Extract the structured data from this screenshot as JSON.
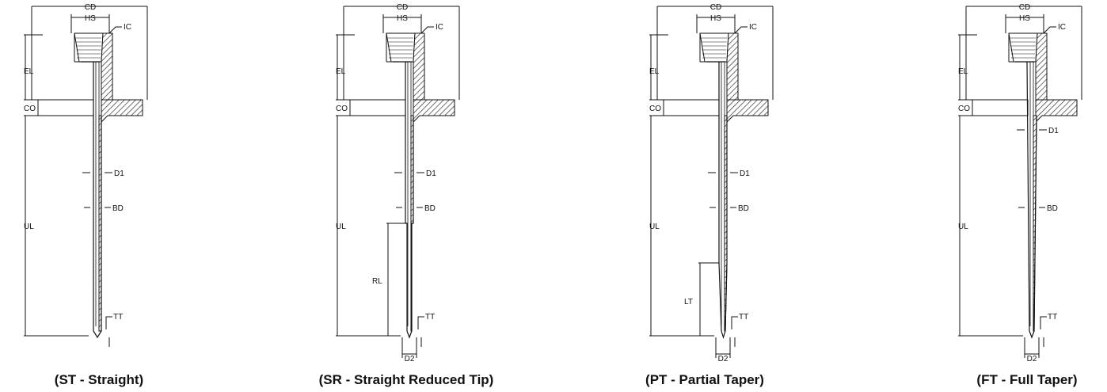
{
  "colors": {
    "line": "#111111",
    "hatch": "#222222",
    "background": "#ffffff"
  },
  "labels": {
    "cd": "CD",
    "hs": "HS",
    "ic": "IC",
    "el": "EL",
    "co": "CO",
    "ul": "UL",
    "d1": "D1",
    "bd": "BD",
    "tt": "TT",
    "d2": "D2",
    "rl": "RL",
    "lt": "LT"
  },
  "views": [
    {
      "caption": "(ST - Straight)",
      "type": "straight"
    },
    {
      "caption": "(SR - Straight Reduced Tip)",
      "type": "reduced"
    },
    {
      "caption": "(PT - Partial Taper)",
      "type": "partial"
    },
    {
      "caption": "(FT - Full Taper)",
      "type": "full"
    }
  ]
}
